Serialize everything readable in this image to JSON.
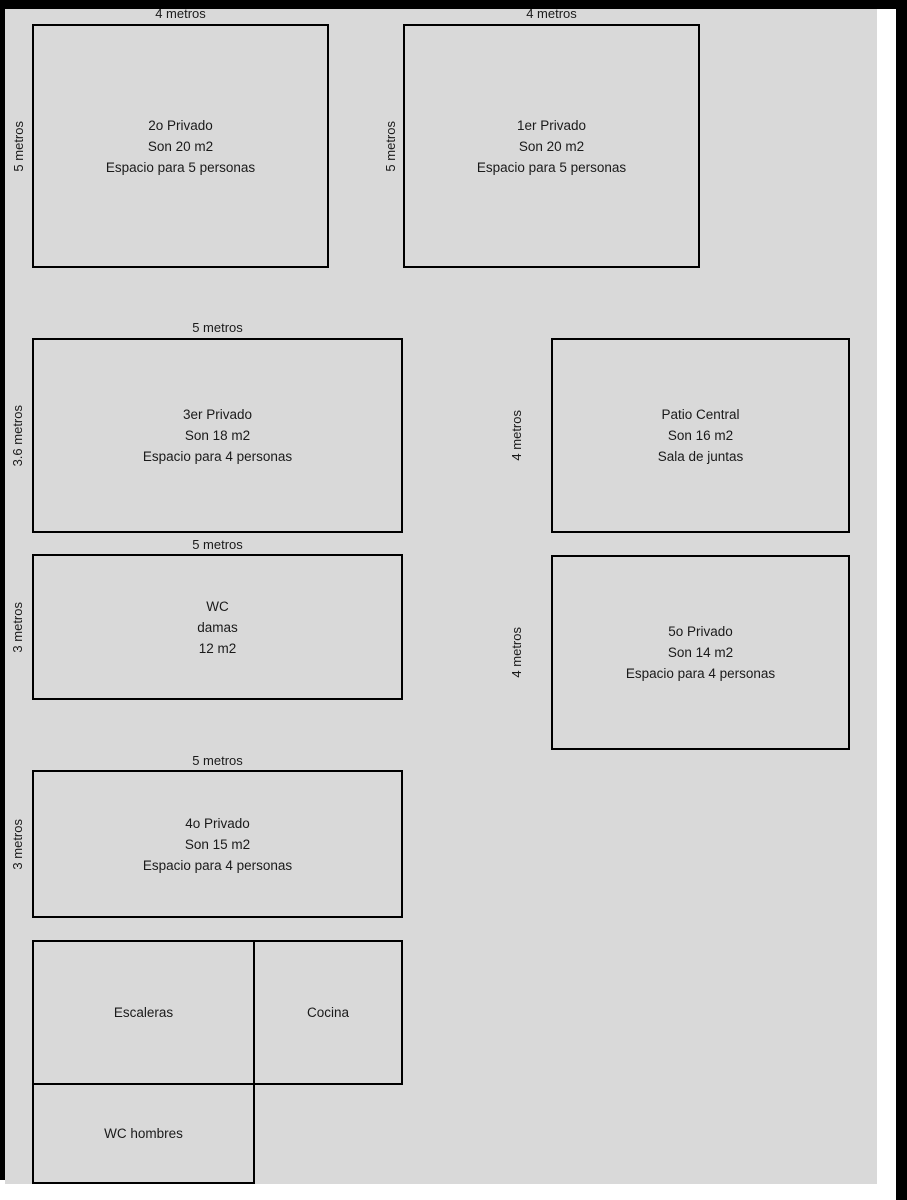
{
  "palette": {
    "page_bg": "#ffffff",
    "canvas_bg": "#d9d9d9",
    "frame_bar": "#000000",
    "box_border": "#000000",
    "text": "#1a1a1a"
  },
  "rooms": [
    {
      "name": "2o Privado",
      "top_label": "4 metros",
      "side_label": "5 metros",
      "lines": [
        "2o Privado",
        "Son 20 m2",
        "Espacio para 5 personas"
      ]
    },
    {
      "name": "1er Privado",
      "top_label": "4 metros",
      "side_label": "5 metros",
      "lines": [
        "1er Privado",
        "Son 20 m2",
        "Espacio para 5 personas"
      ]
    },
    {
      "name": "3er Privado",
      "top_label": "5 metros",
      "side_label": "3.6 metros",
      "lines": [
        "3er Privado",
        "Son 18 m2",
        "Espacio para 4 personas"
      ]
    },
    {
      "name": "Patio Central",
      "side_label": "4 metros",
      "lines": [
        "Patio Central",
        "Son 16 m2",
        "Sala de juntas"
      ]
    },
    {
      "name": "WC damas",
      "top_label": "5 metros",
      "side_label": "3 metros",
      "lines": [
        "WC",
        "damas",
        "12 m2"
      ]
    },
    {
      "name": "5o Privado",
      "side_label": "4 metros",
      "lines": [
        "5o Privado",
        "Son 14 m2",
        "Espacio para 4 personas"
      ]
    },
    {
      "name": "4o Privado",
      "top_label": "5 metros",
      "side_label": "3 metros",
      "lines": [
        "4o Privado",
        "Son 15 m2",
        "Espacio para 4 personas"
      ]
    },
    {
      "name": "Escaleras",
      "lines": [
        "Escaleras"
      ]
    },
    {
      "name": "Cocina",
      "lines": [
        "Cocina"
      ]
    },
    {
      "name": "WC hombres",
      "lines": [
        "WC hombres"
      ]
    }
  ]
}
